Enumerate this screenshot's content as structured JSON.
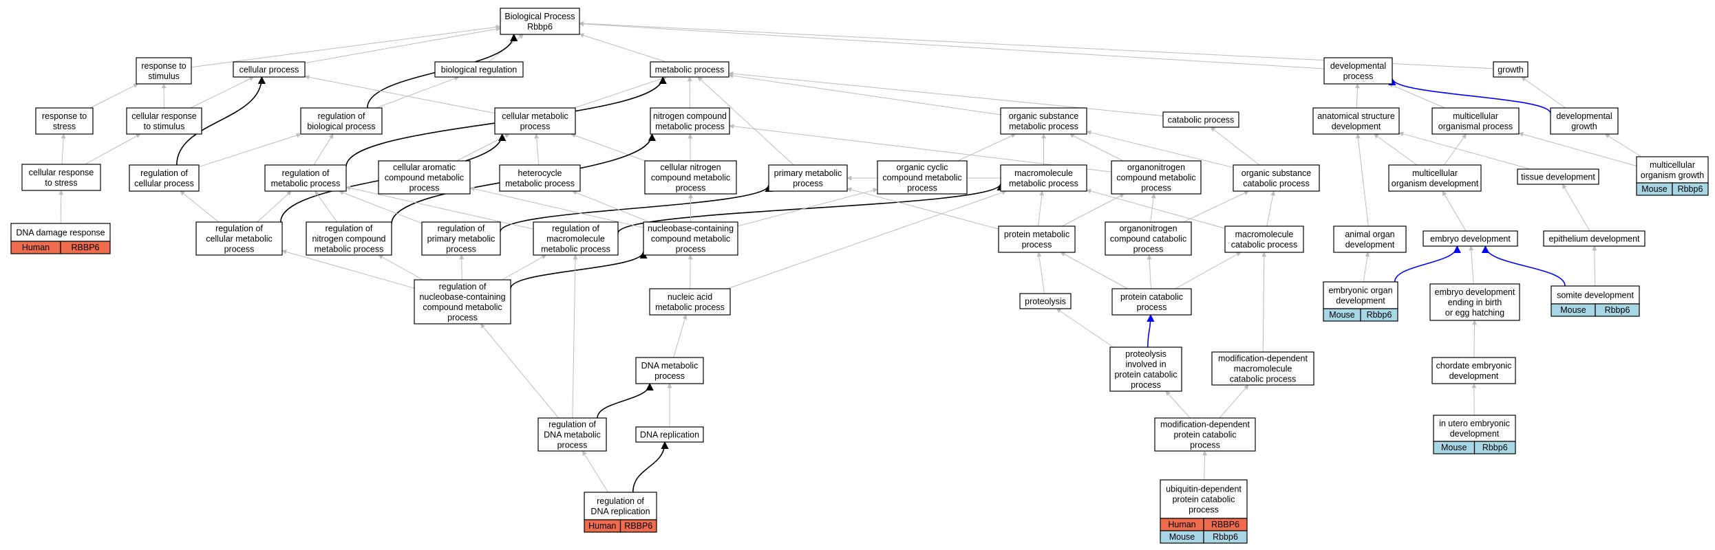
{
  "colors": {
    "edge_gray": "#bdbdbd",
    "edge_black": "#000000",
    "edge_blue": "#0000ff",
    "human_fill": "#ee6b4d",
    "mouse_fill": "#a9d6e5"
  },
  "nodes": [
    {
      "id": "bp",
      "lines": [
        "Biological Process",
        "Rbbp6"
      ]
    },
    {
      "id": "rstim",
      "lines": [
        "response to",
        "stimulus"
      ]
    },
    {
      "id": "cellp",
      "lines": [
        "cellular process"
      ]
    },
    {
      "id": "bioreg",
      "lines": [
        "biological regulation"
      ]
    },
    {
      "id": "metab",
      "lines": [
        "metabolic process"
      ]
    },
    {
      "id": "devp",
      "lines": [
        "developmental",
        "process"
      ]
    },
    {
      "id": "growth",
      "lines": [
        "growth"
      ]
    },
    {
      "id": "rstress",
      "lines": [
        "response to",
        "stress"
      ]
    },
    {
      "id": "crstim",
      "lines": [
        "cellular response",
        "to stimulus"
      ]
    },
    {
      "id": "regbio",
      "lines": [
        "regulation of",
        "biological process"
      ]
    },
    {
      "id": "cellmet",
      "lines": [
        "cellular metabolic",
        "process"
      ]
    },
    {
      "id": "ncmp",
      "lines": [
        "nitrogen compound",
        "metabolic process"
      ]
    },
    {
      "id": "osmp",
      "lines": [
        "organic substance",
        "metabolic process"
      ]
    },
    {
      "id": "catab",
      "lines": [
        "catabolic process"
      ]
    },
    {
      "id": "asd",
      "lines": [
        "anatomical structure",
        "development"
      ]
    },
    {
      "id": "multorg",
      "lines": [
        "multicellular",
        "organismal process"
      ]
    },
    {
      "id": "devgrowth",
      "lines": [
        "developmental",
        "growth"
      ]
    },
    {
      "id": "multgrowth",
      "lines": [
        "multicellular",
        "organism growth"
      ],
      "species": [
        [
          "Mouse",
          "Rbbp6"
        ]
      ]
    },
    {
      "id": "crstress",
      "lines": [
        "cellular response",
        "to stress"
      ]
    },
    {
      "id": "regcell",
      "lines": [
        "regulation of",
        "cellular process"
      ]
    },
    {
      "id": "regmet",
      "lines": [
        "regulation of",
        "metabolic process"
      ]
    },
    {
      "id": "camp",
      "lines": [
        "cellular aromatic",
        "compound metabolic",
        "process"
      ]
    },
    {
      "id": "hetero",
      "lines": [
        "heterocycle",
        "metabolic process"
      ]
    },
    {
      "id": "cncmp",
      "lines": [
        "cellular nitrogen",
        "compound metabolic",
        "process"
      ]
    },
    {
      "id": "primmet",
      "lines": [
        "primary metabolic",
        "process"
      ]
    },
    {
      "id": "occmp",
      "lines": [
        "organic cyclic",
        "compound metabolic",
        "process"
      ]
    },
    {
      "id": "macromet",
      "lines": [
        "macromolecule",
        "metabolic process"
      ]
    },
    {
      "id": "orgnmet",
      "lines": [
        "organonitrogen",
        "compound metabolic",
        "process"
      ]
    },
    {
      "id": "oscp",
      "lines": [
        "organic substance",
        "catabolic process"
      ]
    },
    {
      "id": "mod",
      "lines": [
        "multicellular",
        "organism development"
      ]
    },
    {
      "id": "tissue",
      "lines": [
        "tissue development"
      ]
    },
    {
      "id": "dnadmg",
      "lines": [
        "DNA damage response"
      ],
      "species": [
        [
          "Human",
          "RBBP6"
        ]
      ]
    },
    {
      "id": "regcellmet",
      "lines": [
        "regulation of",
        "cellular metabolic",
        "process"
      ]
    },
    {
      "id": "regncmp",
      "lines": [
        "regulation of",
        "nitrogen compound",
        "metabolic process"
      ]
    },
    {
      "id": "regprim",
      "lines": [
        "regulation of",
        "primary metabolic",
        "process"
      ]
    },
    {
      "id": "regmacro",
      "lines": [
        "regulation of",
        "macromolecule",
        "metabolic process"
      ]
    },
    {
      "id": "nbcmp",
      "lines": [
        "nucleobase-containing",
        "compound metabolic",
        "process"
      ]
    },
    {
      "id": "protmet",
      "lines": [
        "protein metabolic",
        "process"
      ]
    },
    {
      "id": "orgncat",
      "lines": [
        "organonitrogen",
        "compound catabolic",
        "process"
      ]
    },
    {
      "id": "macrocat",
      "lines": [
        "macromolecule",
        "catabolic process"
      ]
    },
    {
      "id": "animorg",
      "lines": [
        "animal organ",
        "development"
      ]
    },
    {
      "id": "embdev",
      "lines": [
        "embryo development"
      ]
    },
    {
      "id": "epith",
      "lines": [
        "epithelium development"
      ]
    },
    {
      "id": "regnb",
      "lines": [
        "regulation of",
        "nucleobase-containing",
        "compound metabolic",
        "process"
      ]
    },
    {
      "id": "nucacid",
      "lines": [
        "nucleic acid",
        "metabolic process"
      ]
    },
    {
      "id": "proteolysis",
      "lines": [
        "proteolysis"
      ]
    },
    {
      "id": "protcat",
      "lines": [
        "protein catabolic",
        "process"
      ]
    },
    {
      "id": "emborgan",
      "lines": [
        "embryonic organ",
        "development"
      ],
      "species": [
        [
          "Mouse",
          "Rbbp6"
        ]
      ]
    },
    {
      "id": "embbirth",
      "lines": [
        "embryo development",
        "ending in birth",
        "or egg hatching"
      ]
    },
    {
      "id": "somite",
      "lines": [
        "somite development"
      ],
      "species": [
        [
          "Mouse",
          "Rbbp6"
        ]
      ]
    },
    {
      "id": "dnamet",
      "lines": [
        "DNA metabolic",
        "process"
      ]
    },
    {
      "id": "protinv",
      "lines": [
        "proteolysis",
        "involved in",
        "protein catabolic",
        "process"
      ]
    },
    {
      "id": "moddep",
      "lines": [
        "modification-dependent",
        "macromolecule",
        "catabolic process"
      ]
    },
    {
      "id": "chord",
      "lines": [
        "chordate embryonic",
        "development"
      ]
    },
    {
      "id": "regdna",
      "lines": [
        "regulation of",
        "DNA metabolic",
        "process"
      ]
    },
    {
      "id": "dnarep",
      "lines": [
        "DNA replication"
      ]
    },
    {
      "id": "modprot",
      "lines": [
        "modification-dependent",
        "protein catabolic",
        "process"
      ]
    },
    {
      "id": "utero",
      "lines": [
        "in utero embryonic",
        "development"
      ],
      "species": [
        [
          "Mouse",
          "Rbbp6"
        ]
      ]
    },
    {
      "id": "regdnarep",
      "lines": [
        "regulation of",
        "DNA replication"
      ],
      "species": [
        [
          "Human",
          "RBBP6"
        ]
      ]
    },
    {
      "id": "ubiq",
      "lines": [
        "ubiquitin-dependent",
        "protein catabolic",
        "process"
      ],
      "species": [
        [
          "Human",
          "RBBP6"
        ],
        [
          "Mouse",
          "Rbbp6"
        ]
      ]
    }
  ],
  "edges": [
    [
      "rstim",
      "bp",
      "gray"
    ],
    [
      "cellp",
      "bp",
      "gray"
    ],
    [
      "bioreg",
      "bp",
      "gray"
    ],
    [
      "metab",
      "bp",
      "gray"
    ],
    [
      "devp",
      "bp",
      "gray"
    ],
    [
      "growth",
      "bp",
      "gray"
    ],
    [
      "rstress",
      "rstim",
      "gray"
    ],
    [
      "crstim",
      "rstim",
      "gray"
    ],
    [
      "crstim",
      "cellp",
      "gray"
    ],
    [
      "regbio",
      "bioreg",
      "gray"
    ],
    [
      "regbio",
      "bp",
      "black"
    ],
    [
      "cellmet",
      "cellp",
      "gray"
    ],
    [
      "cellmet",
      "metab",
      "gray"
    ],
    [
      "ncmp",
      "metab",
      "gray"
    ],
    [
      "osmp",
      "metab",
      "gray"
    ],
    [
      "catab",
      "metab",
      "gray"
    ],
    [
      "asd",
      "devp",
      "gray"
    ],
    [
      "multorg",
      "devp",
      "gray"
    ],
    [
      "devgrowth",
      "growth",
      "gray"
    ],
    [
      "devgrowth",
      "devp",
      "blue"
    ],
    [
      "multgrowth",
      "devgrowth",
      "gray"
    ],
    [
      "multgrowth",
      "multorg",
      "gray"
    ],
    [
      "crstress",
      "rstress",
      "gray"
    ],
    [
      "crstress",
      "crstim",
      "gray"
    ],
    [
      "dnadmg",
      "crstress",
      "gray"
    ],
    [
      "regcell",
      "regbio",
      "gray"
    ],
    [
      "regcell",
      "cellp",
      "black"
    ],
    [
      "regmet",
      "regbio",
      "gray"
    ],
    [
      "regmet",
      "metab",
      "black"
    ],
    [
      "camp",
      "cellmet",
      "gray"
    ],
    [
      "hetero",
      "cellmet",
      "gray"
    ],
    [
      "cncmp",
      "ncmp",
      "gray"
    ],
    [
      "cncmp",
      "cellmet",
      "gray"
    ],
    [
      "primmet",
      "metab",
      "gray"
    ],
    [
      "occmp",
      "osmp",
      "gray"
    ],
    [
      "macromet",
      "osmp",
      "gray"
    ],
    [
      "macromet",
      "primmet",
      "gray"
    ],
    [
      "orgnmet",
      "osmp",
      "gray"
    ],
    [
      "orgnmet",
      "ncmp",
      "gray"
    ],
    [
      "oscp",
      "osmp",
      "gray"
    ],
    [
      "oscp",
      "catab",
      "gray"
    ],
    [
      "mod",
      "multorg",
      "gray"
    ],
    [
      "mod",
      "asd",
      "gray"
    ],
    [
      "tissue",
      "asd",
      "gray"
    ],
    [
      "regcellmet",
      "regcell",
      "gray"
    ],
    [
      "regcellmet",
      "regmet",
      "gray"
    ],
    [
      "regcellmet",
      "cellmet",
      "black"
    ],
    [
      "regncmp",
      "regmet",
      "gray"
    ],
    [
      "regncmp",
      "ncmp",
      "black"
    ],
    [
      "regprim",
      "regmet",
      "gray"
    ],
    [
      "regprim",
      "primmet",
      "black"
    ],
    [
      "regmacro",
      "regmet",
      "gray"
    ],
    [
      "regmacro",
      "macromet",
      "black"
    ],
    [
      "nbcmp",
      "hetero",
      "gray"
    ],
    [
      "nbcmp",
      "cncmp",
      "gray"
    ],
    [
      "nbcmp",
      "occmp",
      "gray"
    ],
    [
      "nbcmp",
      "camp",
      "gray"
    ],
    [
      "protmet",
      "macromet",
      "gray"
    ],
    [
      "protmet",
      "orgnmet",
      "gray"
    ],
    [
      "protmet",
      "primmet",
      "gray"
    ],
    [
      "orgncat",
      "orgnmet",
      "gray"
    ],
    [
      "orgncat",
      "oscp",
      "gray"
    ],
    [
      "macrocat",
      "macromet",
      "gray"
    ],
    [
      "macrocat",
      "oscp",
      "gray"
    ],
    [
      "animorg",
      "asd",
      "gray"
    ],
    [
      "embdev",
      "mod",
      "gray"
    ],
    [
      "epith",
      "tissue",
      "gray"
    ],
    [
      "regnb",
      "regncmp",
      "gray"
    ],
    [
      "regnb",
      "regprim",
      "gray"
    ],
    [
      "regnb",
      "regmacro",
      "gray"
    ],
    [
      "regnb",
      "regcellmet",
      "gray"
    ],
    [
      "regnb",
      "nbcmp",
      "black"
    ],
    [
      "nucacid",
      "nbcmp",
      "gray"
    ],
    [
      "nucacid",
      "macromet",
      "gray"
    ],
    [
      "proteolysis",
      "protmet",
      "gray"
    ],
    [
      "protcat",
      "protmet",
      "gray"
    ],
    [
      "protcat",
      "orgncat",
      "gray"
    ],
    [
      "protcat",
      "macrocat",
      "gray"
    ],
    [
      "emborgan",
      "animorg",
      "gray"
    ],
    [
      "emborgan",
      "embdev",
      "blue"
    ],
    [
      "embbirth",
      "embdev",
      "gray"
    ],
    [
      "somite",
      "epith",
      "gray"
    ],
    [
      "somite",
      "embdev",
      "blue"
    ],
    [
      "dnamet",
      "nucacid",
      "gray"
    ],
    [
      "protinv",
      "proteolysis",
      "gray"
    ],
    [
      "protinv",
      "protcat",
      "blue"
    ],
    [
      "moddep",
      "macrocat",
      "gray"
    ],
    [
      "chord",
      "embbirth",
      "gray"
    ],
    [
      "regdna",
      "regmacro",
      "gray"
    ],
    [
      "regdna",
      "regnb",
      "gray"
    ],
    [
      "regdna",
      "dnamet",
      "black"
    ],
    [
      "dnarep",
      "dnamet",
      "gray"
    ],
    [
      "modprot",
      "protinv",
      "gray"
    ],
    [
      "modprot",
      "moddep",
      "gray"
    ],
    [
      "utero",
      "chord",
      "gray"
    ],
    [
      "regdnarep",
      "regdna",
      "gray"
    ],
    [
      "regdnarep",
      "dnarep",
      "black"
    ],
    [
      "ubiq",
      "modprot",
      "gray"
    ]
  ]
}
